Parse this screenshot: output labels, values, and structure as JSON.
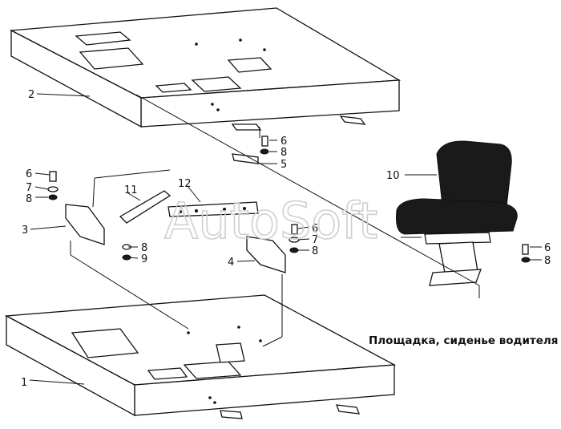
{
  "watermark": "AutoSoft",
  "caption": "Площадка, сиденье водителя",
  "callouts": {
    "c1": "1",
    "c2": "2",
    "c3": "3",
    "c4": "4",
    "c5": "5",
    "c6a": "6",
    "c6b": "6",
    "c6c": "6",
    "c6d": "6",
    "c7a": "7",
    "c7b": "7",
    "c8a": "8",
    "c8b": "8",
    "c8c": "8",
    "c8d": "8",
    "c8e": "8",
    "c9": "9",
    "c10": "10",
    "c11": "11",
    "c12": "12"
  },
  "colors": {
    "ink": "#111111",
    "paper": "#ffffff",
    "watermark": "#cfcfcf"
  }
}
